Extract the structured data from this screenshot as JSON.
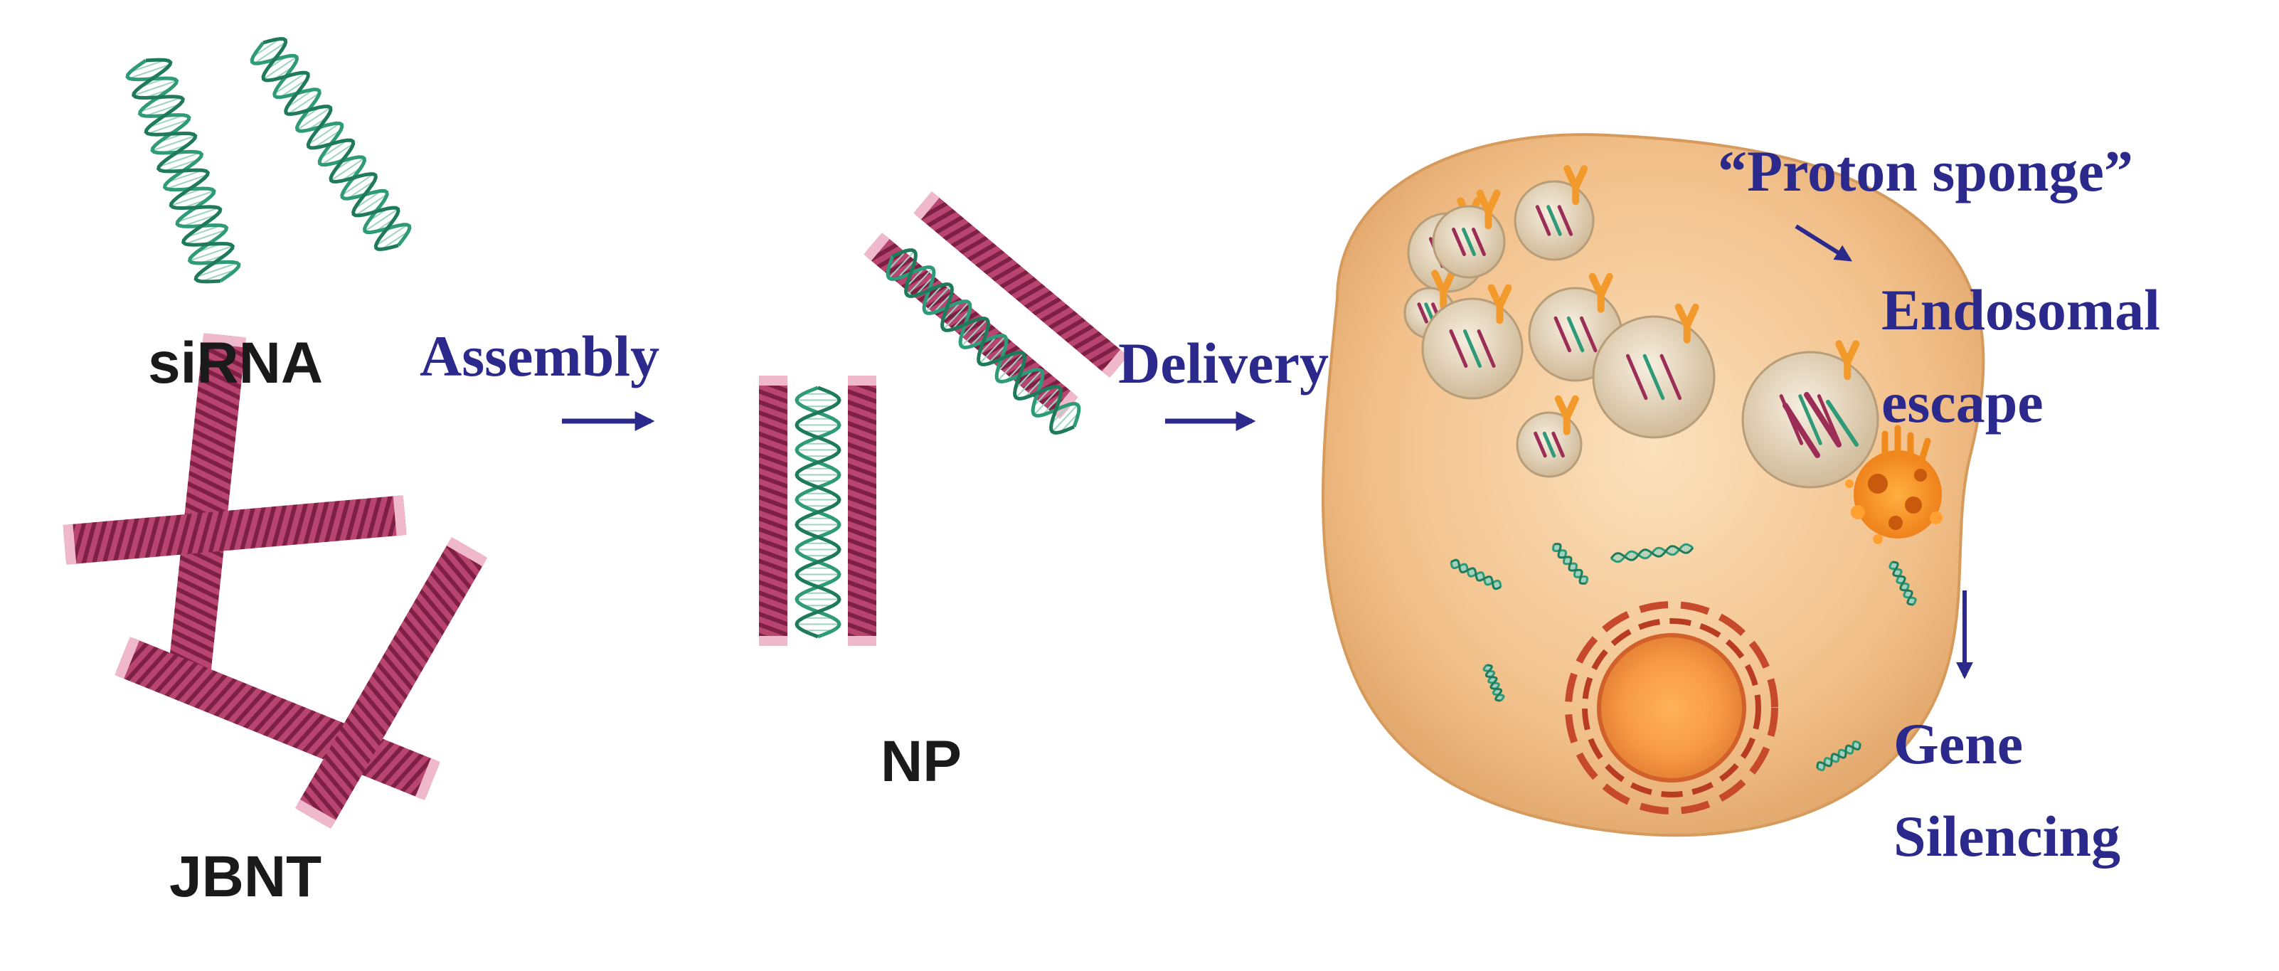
{
  "labels": {
    "sirna": "siRNA",
    "jbnt": "JBNT",
    "assembly": "Assembly",
    "np": "NP",
    "delivery": "Delivery",
    "proton_sponge": "“Proton sponge”",
    "endosomal": "Endosomal",
    "escape": "escape",
    "gene": "Gene",
    "silencing": "Silencing"
  },
  "colors": {
    "blue_text": "#2b2a8c",
    "black_text": "#1a1a1a",
    "helix_green": "#2e9a77",
    "tube_maroon": "#9b2d56",
    "tube_pink": "#e6a9bd",
    "cell_fill": "#f2c38d",
    "endosome": "#e8dcc4",
    "receptor_orange": "#f39a2c"
  }
}
